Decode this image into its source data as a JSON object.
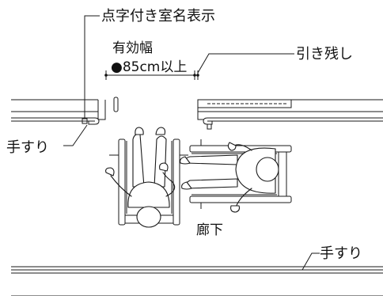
{
  "labels": {
    "braille_sign": "点字付き室名表示",
    "effective_width_title": "有効幅",
    "effective_width_value": "●85cm以上",
    "clearance": "引き残し",
    "handrail_left": "手すり",
    "handrail_right": "手すり",
    "corridor": "廊下"
  }
}
